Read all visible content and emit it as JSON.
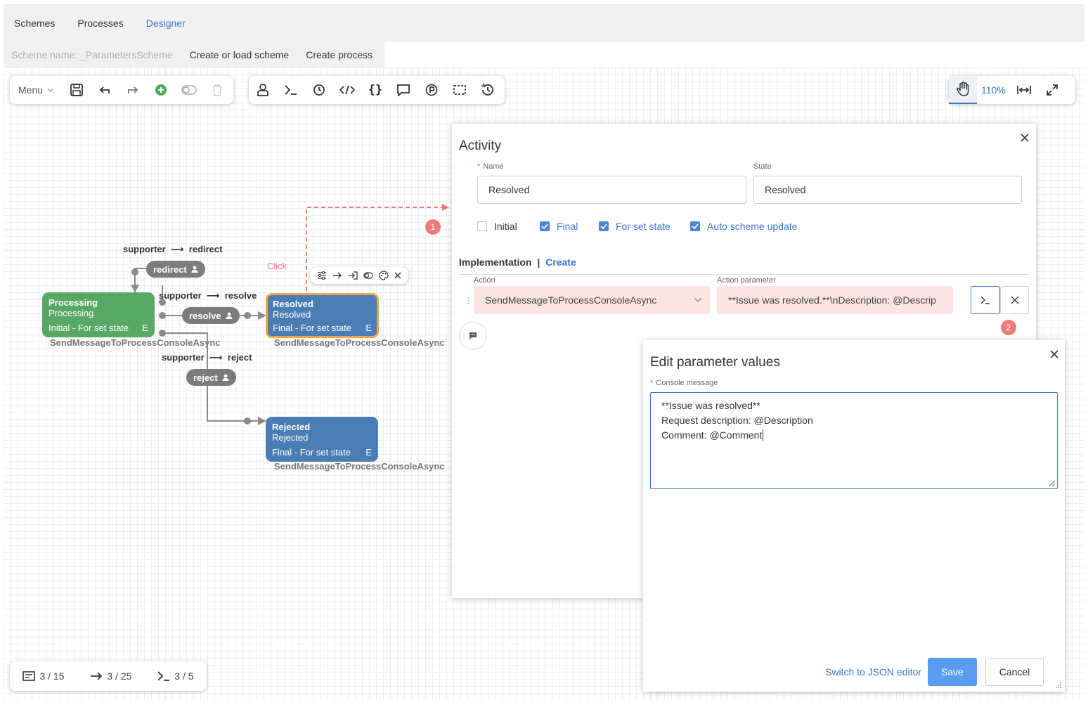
{
  "top_nav": {
    "items": [
      "Schemes",
      "Processes",
      "Designer"
    ],
    "active": "Designer"
  },
  "sub_nav": {
    "scheme_name": "Scheme name: _ParametersScheme",
    "create_or_load": "Create or load scheme",
    "create_process": "Create process"
  },
  "toolbar": {
    "menu_label": "Menu",
    "zoom": "110%"
  },
  "nodes": {
    "processing": {
      "title": "Processing",
      "subtitle": "Processing",
      "info": "Initial - For set state",
      "flag": "E",
      "action": "SendMessageToProcessConsoleAsync"
    },
    "resolved": {
      "title": "Resolved",
      "subtitle": "Resolved",
      "info": "Final - For set state",
      "flag": "E",
      "action": "SendMessageToProcessConsoleAsync"
    },
    "rejected": {
      "title": "Rejected",
      "subtitle": "Rejected",
      "info": "Final - For set state",
      "flag": "E",
      "action": "SendMessageToProcessConsoleAsync"
    }
  },
  "transitions": {
    "redirect": {
      "label": "supporter",
      "arrow": "⟶",
      "target": "redirect",
      "pill": "redirect"
    },
    "resolve": {
      "label": "supporter",
      "arrow": "⟶",
      "target": "resolve",
      "pill": "resolve"
    },
    "reject": {
      "label": "supporter",
      "arrow": "⟶",
      "target": "reject",
      "pill": "reject"
    }
  },
  "hint": {
    "click": "Click",
    "badge1": "1",
    "badge2": "2"
  },
  "activity": {
    "title": "Activity",
    "name_label": "Name",
    "name_value": "Resolved",
    "state_label": "State",
    "state_value": "Resolved",
    "checkboxes": {
      "initial": "Initial",
      "final": "Final",
      "for_set_state": "For set state",
      "auto_update": "Auto scheme update"
    },
    "implementation_label": "Implementation",
    "implementation_sep": "|",
    "create_link": "Create",
    "action_col": "Action",
    "param_col": "Action parameter",
    "action_value": "SendMessageToProcessConsoleAsync",
    "param_value": "**Issue was resolved.**\\nDescription: @Descrip"
  },
  "edit_params": {
    "title": "Edit parameter values",
    "field_label": "Console message",
    "lines": [
      "**Issue was resolved**",
      "Request description: @Description",
      "Comment: @Comment"
    ],
    "switch_json": "Switch to JSON editor",
    "save": "Save",
    "cancel": "Cancel"
  },
  "status": {
    "activities": "3 / 15",
    "transitions": "3 / 25",
    "actions": "3 / 5"
  },
  "colors": {
    "accent": "#3a78c9",
    "green_node": "#58a865",
    "blue_node": "#4a7db4",
    "selected_border": "#f0a44a",
    "badge": "#f07a7a",
    "save_button": "#5b9cf0"
  }
}
